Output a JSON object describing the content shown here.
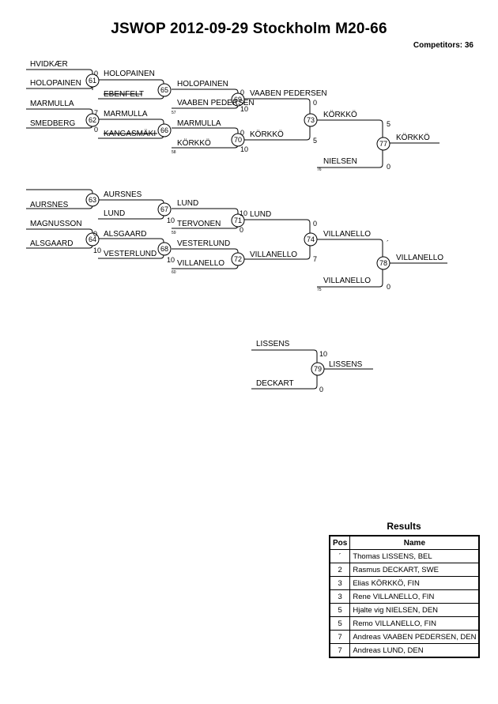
{
  "header": {
    "title": "JSWOP  2012-09-29  Stockholm   M20-66",
    "competitors": "Competitors: 36"
  },
  "bracket": {
    "top": {
      "r1": [
        "HVIDKÆR",
        "HOLOPAINEN",
        "MARMULLA",
        "SMEDBERG"
      ],
      "r1_matches": [
        "61",
        "62"
      ],
      "r1_scores": [
        "0",
        "",
        "7",
        "0"
      ],
      "r2": [
        "HOLOPAINEN",
        "EBENFELT",
        "MARMULLA",
        "KANGASMÄKI"
      ],
      "r2_matches": [
        "65",
        "66"
      ],
      "r3": [
        "HOLOPAINEN",
        "VAABEN PEDERSEN",
        "MARMULLA",
        "KÖRKKÖ"
      ],
      "r3_matches": [
        "69",
        "70"
      ],
      "r3_scores": [
        "0",
        "10",
        "0",
        "10"
      ],
      "r3_tiny": [
        "57",
        "58"
      ],
      "r4": [
        "VAABEN PEDERSEN",
        "KÖRKKÖ"
      ],
      "r4_match": "73",
      "r4_scores": [
        "0",
        "5"
      ],
      "r5": [
        "KÖRKKÖ",
        "NIELSEN"
      ],
      "r5_scores": [
        "5",
        "0"
      ],
      "r5_tiny": "76",
      "r5_match": "77",
      "winner": "KÖRKKÖ"
    },
    "bottom": {
      "r1": [
        "AURSNES",
        "MAGNUSSON",
        "ALSGAARD"
      ],
      "r1_matches": [
        "63",
        "64"
      ],
      "r1_scores": [
        "0",
        "10"
      ],
      "r2": [
        "AURSNES",
        "LUND",
        "ALSGAARD",
        "VESTERLUND"
      ],
      "r2_matches": [
        "67",
        "68"
      ],
      "r2_scores": [
        "10",
        "10"
      ],
      "r3": [
        "LUND",
        "TERVONEN",
        "VESTERLUND",
        "VILLANELLO"
      ],
      "r3_matches": [
        "71",
        "72"
      ],
      "r3_scores": [
        "10",
        "0"
      ],
      "r3_tiny": [
        "59",
        "60"
      ],
      "r4": [
        "LUND",
        "VILLANELLO"
      ],
      "r4_match": "74",
      "r4_scores": [
        "0",
        "7"
      ],
      "r5": [
        "VILLANELLO",
        "VILLANELLO"
      ],
      "r5_scores": [
        "´",
        "0"
      ],
      "r5_tiny": "75",
      "r5_match": "78",
      "winner": "VILLANELLO"
    },
    "final": {
      "players": [
        "LISSENS",
        "DECKART"
      ],
      "scores": [
        "10",
        "0"
      ],
      "match": "79",
      "winner": "LISSENS"
    }
  },
  "results": {
    "title": "Results",
    "headers": [
      "Pos",
      "Name"
    ],
    "rows": [
      {
        "pos": "´",
        "name": "Thomas LISSENS, BEL"
      },
      {
        "pos": "2",
        "name": "Rasmus DECKART, SWE"
      },
      {
        "pos": "3",
        "name": "Elias KÖRKKÖ, FIN"
      },
      {
        "pos": "3",
        "name": "Rene VILLANELLO, FIN"
      },
      {
        "pos": "5",
        "name": "Hjalte vig NIELSEN, DEN"
      },
      {
        "pos": "5",
        "name": "Remo  VILLANELLO, FIN"
      },
      {
        "pos": "7",
        "name": "Andreas VAABEN PEDERSEN, DEN"
      },
      {
        "pos": "7",
        "name": "Andreas LUND, DEN"
      }
    ]
  }
}
